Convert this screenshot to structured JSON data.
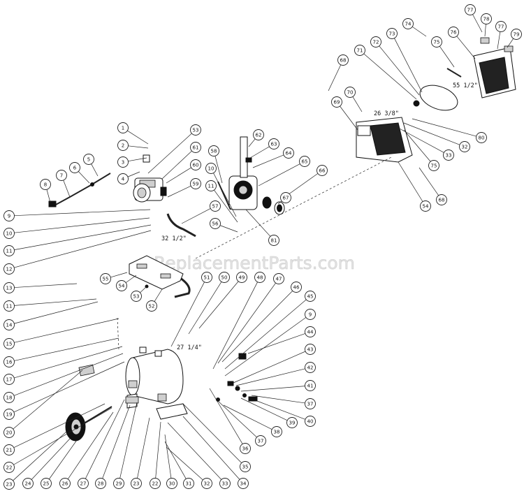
{
  "watermark": "ReplacementParts.com",
  "dimensions": {
    "hose_55": "55 1/2\"",
    "hose_26": "26 3/8\"",
    "hose_32": "32 1/2\"",
    "hose_27": "27 1/4\""
  },
  "callouts": {
    "c1": "1",
    "c2": "2",
    "c3": "3",
    "c4": "4",
    "c5": "5",
    "c6": "6",
    "c7": "7",
    "c8": "8",
    "c9a": "9",
    "c10a": "10",
    "c11a": "11",
    "c12": "12",
    "c13": "13",
    "c11b": "11",
    "c14": "14",
    "c15": "15",
    "c16": "16",
    "c17": "17",
    "c18": "18",
    "c19": "19",
    "c20": "20",
    "c21": "21",
    "c22": "22",
    "c23a": "23",
    "c24": "24",
    "c25": "25",
    "c26": "26",
    "c27": "27",
    "c28": "28",
    "c29": "29",
    "c23b": "23",
    "c22b": "22",
    "c30": "30",
    "c31": "31",
    "c32a": "32",
    "c33a": "33",
    "c34": "34",
    "c35": "35",
    "c36": "36",
    "c37a": "37",
    "c38": "38",
    "c39": "39",
    "c40": "40",
    "c37b": "37",
    "c41": "41",
    "c42": "42",
    "c43": "43",
    "c44": "44",
    "c9b": "9",
    "c45": "45",
    "c46": "46",
    "c47": "47",
    "c48": "48",
    "c49": "49",
    "c50": "50",
    "c51": "51",
    "c52": "52",
    "c53a": "53",
    "c54a": "54",
    "c55": "55",
    "c56": "56",
    "c57": "57",
    "c10b": "10",
    "c11c": "11",
    "c58": "58",
    "c59": "59",
    "c60": "60",
    "c61": "61",
    "c53b": "53",
    "c62": "62",
    "c63": "63",
    "c64": "64",
    "c65": "65",
    "c66": "66",
    "c67": "67",
    "c81": "81",
    "c54b": "54",
    "c68a": "68",
    "c69": "69",
    "c70": "70",
    "c71": "71",
    "c72": "72",
    "c73": "73",
    "c74": "74",
    "c75a": "75",
    "c76": "76",
    "c77a": "77",
    "c78": "78",
    "c77b": "77",
    "c79": "79",
    "c80": "80",
    "c32b": "32",
    "c33b": "33",
    "c75b": "75",
    "c68b": "68"
  }
}
